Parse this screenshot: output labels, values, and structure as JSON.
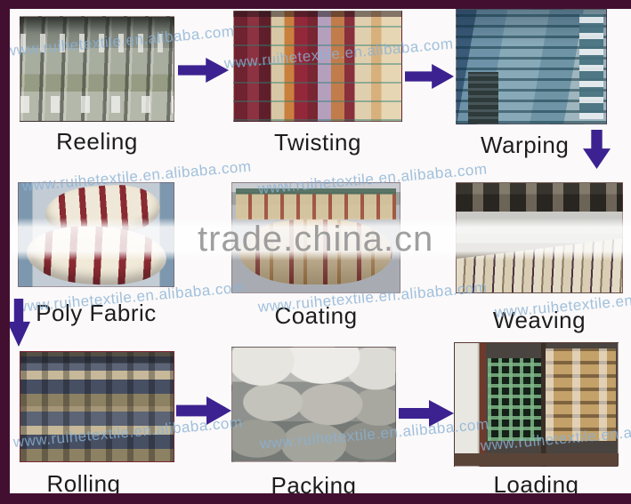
{
  "steps": [
    {
      "label": "Reeling"
    },
    {
      "label": "Twisting"
    },
    {
      "label": "Warping"
    },
    {
      "label": "Poly Fabric"
    },
    {
      "label": "Coating"
    },
    {
      "label": "Weaving"
    },
    {
      "label": "Rolling"
    },
    {
      "label": "Packing"
    },
    {
      "label": "Loading"
    }
  ],
  "watermark": {
    "site": "www.ruihetextile.en.alibaba.com",
    "portal": "trade.china.cn"
  },
  "colors": {
    "border": "#420f31",
    "arrow": "#3c2290",
    "label": "#1d1d1d",
    "watermark_site": "#8ab2d6",
    "watermark_portal": "#8f8f8f"
  }
}
